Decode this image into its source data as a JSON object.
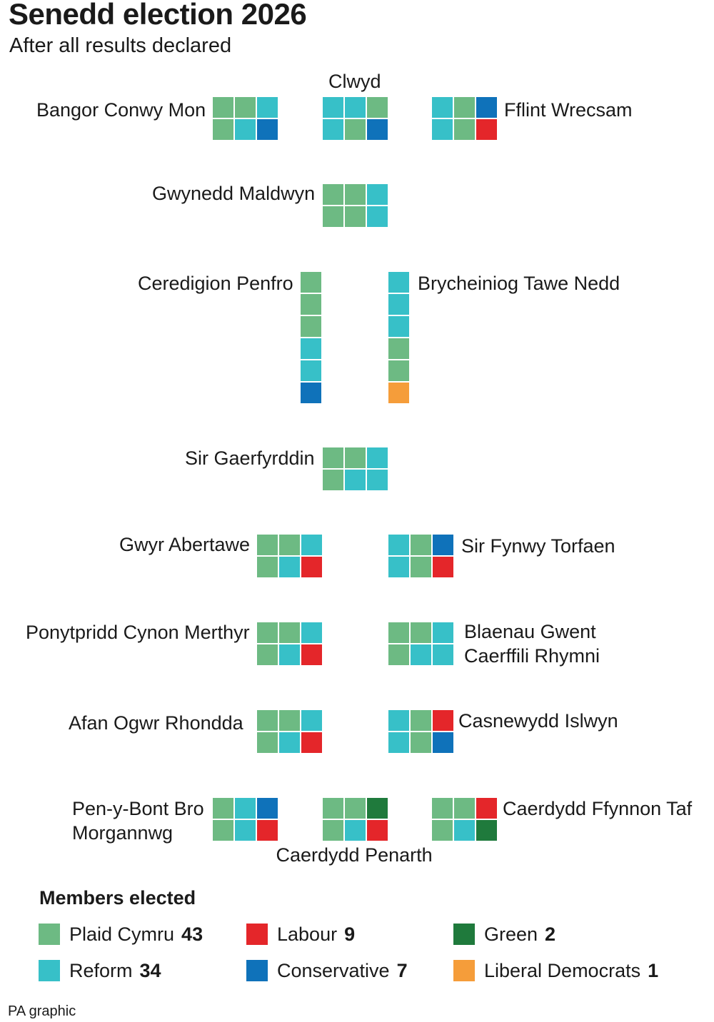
{
  "title": "Senedd election 2026",
  "subtitle": "After all results declared",
  "credit": "PA graphic",
  "colors": {
    "plaid": "#6dba83",
    "reform": "#37c0c8",
    "labour": "#e4262a",
    "conservative": "#0f72ba",
    "green": "#1f7a3c",
    "libdem": "#f59d3a"
  },
  "constituencies": [
    {
      "lines": [
        "Bangor Conwy Mon"
      ],
      "seats": [
        "plaid",
        "plaid",
        "reform",
        "plaid",
        "reform",
        "conservative"
      ]
    },
    {
      "lines": [
        "Clwyd"
      ],
      "seats": [
        "reform",
        "reform",
        "plaid",
        "reform",
        "plaid",
        "conservative"
      ]
    },
    {
      "lines": [
        "Fflint Wrecsam"
      ],
      "seats": [
        "reform",
        "plaid",
        "conservative",
        "reform",
        "plaid",
        "labour"
      ]
    },
    {
      "lines": [
        "Gwynedd Maldwyn"
      ],
      "seats": [
        "plaid",
        "plaid",
        "reform",
        "plaid",
        "plaid",
        "reform"
      ]
    },
    {
      "lines": [
        "Ceredigion Penfro"
      ],
      "seats": [
        "plaid",
        "plaid",
        "plaid",
        "reform",
        "reform",
        "conservative"
      ]
    },
    {
      "lines": [
        "Brycheiniog Tawe Nedd"
      ],
      "seats": [
        "reform",
        "reform",
        "reform",
        "plaid",
        "plaid",
        "libdem"
      ]
    },
    {
      "lines": [
        "Sir Gaerfyrddin"
      ],
      "seats": [
        "plaid",
        "plaid",
        "reform",
        "plaid",
        "reform",
        "reform"
      ]
    },
    {
      "lines": [
        "Gwyr Abertawe"
      ],
      "seats": [
        "plaid",
        "plaid",
        "reform",
        "plaid",
        "reform",
        "labour"
      ]
    },
    {
      "lines": [
        "Sir Fynwy Torfaen"
      ],
      "seats": [
        "reform",
        "plaid",
        "conservative",
        "reform",
        "plaid",
        "labour"
      ]
    },
    {
      "lines": [
        "Ponytpridd Cynon Merthyr"
      ],
      "seats": [
        "plaid",
        "plaid",
        "reform",
        "plaid",
        "reform",
        "labour"
      ]
    },
    {
      "lines": [
        "Blaenau Gwent",
        "Caerffili Rhymni"
      ],
      "seats": [
        "plaid",
        "plaid",
        "reform",
        "plaid",
        "reform",
        "reform"
      ]
    },
    {
      "lines": [
        "Afan Ogwr Rhondda"
      ],
      "seats": [
        "plaid",
        "plaid",
        "reform",
        "plaid",
        "reform",
        "labour"
      ]
    },
    {
      "lines": [
        "Casnewydd Islwyn"
      ],
      "seats": [
        "reform",
        "plaid",
        "labour",
        "reform",
        "plaid",
        "conservative"
      ]
    },
    {
      "lines": [
        "Pen-y-Bont Bro",
        "Morgannwg"
      ],
      "seats": [
        "plaid",
        "reform",
        "conservative",
        "plaid",
        "reform",
        "labour"
      ]
    },
    {
      "lines": [
        "Caerdydd Penarth"
      ],
      "seats": [
        "plaid",
        "plaid",
        "green",
        "plaid",
        "reform",
        "labour"
      ]
    },
    {
      "lines": [
        "Caerdydd Ffynnon Taf"
      ],
      "seats": [
        "plaid",
        "plaid",
        "labour",
        "plaid",
        "reform",
        "green"
      ]
    }
  ],
  "legend": {
    "title": "Members elected",
    "items": [
      {
        "party": "plaid",
        "name": "Plaid Cymru",
        "count": "43"
      },
      {
        "party": "reform",
        "name": "Reform",
        "count": "34"
      },
      {
        "party": "labour",
        "name": "Labour",
        "count": "9"
      },
      {
        "party": "conservative",
        "name": "Conservative",
        "count": "7"
      },
      {
        "party": "green",
        "name": "Green",
        "count": "2"
      },
      {
        "party": "libdem",
        "name": "Liberal Democrats",
        "count": "1"
      }
    ]
  }
}
